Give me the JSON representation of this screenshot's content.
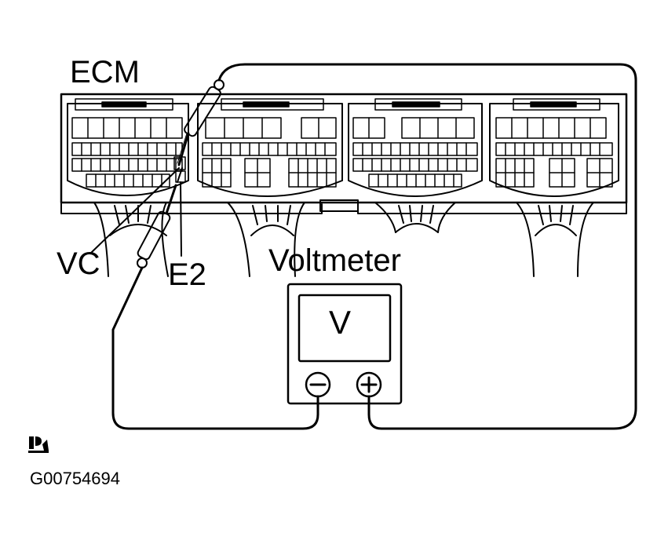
{
  "labels": {
    "ecm": "ECM",
    "vc": "VC",
    "e2": "E2",
    "voltmeter": "Voltmeter",
    "meter_symbol": "V"
  },
  "figure_id": "G00754694",
  "icons": {
    "meter_negative": "minus-circle-icon",
    "meter_positive": "plus-circle-icon",
    "probe": "test-probe-icon",
    "corner_mark": "print-icon"
  },
  "colors": {
    "line": "#000000",
    "background": "#ffffff"
  }
}
